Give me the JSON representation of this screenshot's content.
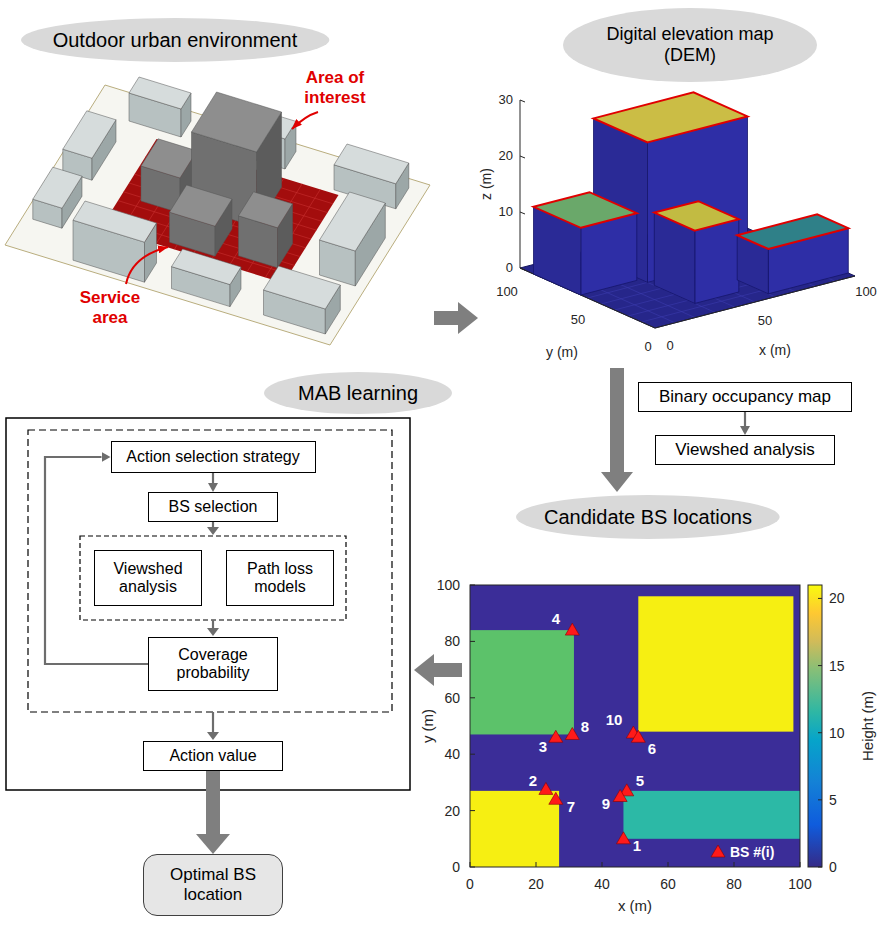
{
  "diagram": {
    "nodes": [
      {
        "text": [
          "Outdoor urban environment"
        ]
      },
      {
        "text": [
          "Digital elevation map (DEM)"
        ]
      },
      {
        "text": [
          "MAB learning"
        ]
      },
      {
        "text": [
          "Binary occupancy map"
        ]
      },
      {
        "text": [
          "Viewshed analysis"
        ]
      },
      {
        "text": [
          "Candidate BS locations"
        ]
      },
      {
        "text": [
          "Action selection strategy"
        ]
      },
      {
        "text": [
          "BS selection"
        ]
      },
      {
        "text": [
          "Viewshed analysis"
        ]
      },
      {
        "text": [
          "Path loss models"
        ]
      },
      {
        "text": [
          "Coverage probability"
        ]
      },
      {
        "text": [
          "Action value"
        ]
      },
      {
        "text": [
          "Optimal BS location"
        ]
      }
    ],
    "edges": [
      {
        "from": 3,
        "to": 4,
        "arrow": "to"
      },
      {
        "from": 6,
        "to": 7,
        "arrow": "to"
      },
      {
        "from": 10,
        "to": 6,
        "arrow": "to"
      },
      {
        "from": 11,
        "to": 12,
        "arrow": "to"
      }
    ],
    "labels": [
      "Area of interest",
      "Service area",
      "30",
      "20",
      "10",
      "0",
      "z (m)",
      "100",
      "50",
      "0",
      "0",
      "50",
      "100",
      "y (m)",
      "x (m)",
      "4",
      "8",
      "3",
      "10",
      "6",
      "2",
      "5",
      "9",
      "7",
      "1",
      "100",
      "80",
      "60",
      "40",
      "20",
      "0",
      "y (m)",
      "0",
      "20",
      "40",
      "60",
      "80",
      "100",
      "x (m)",
      "20",
      "15",
      "10",
      "5",
      "0",
      "Height (m)"
    ],
    "legend": [
      {
        "text": "BS #(i)"
      }
    ]
  }
}
